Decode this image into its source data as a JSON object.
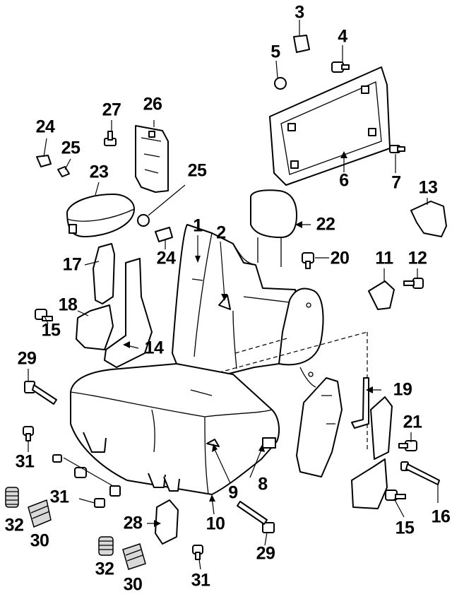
{
  "callouts": [
    {
      "id": "c1",
      "text": "1"
    },
    {
      "id": "c2",
      "text": "2"
    },
    {
      "id": "c3",
      "text": "3"
    },
    {
      "id": "c4",
      "text": "4"
    },
    {
      "id": "c5",
      "text": "5"
    },
    {
      "id": "c6",
      "text": "6"
    },
    {
      "id": "c7",
      "text": "7"
    },
    {
      "id": "c8",
      "text": "8"
    },
    {
      "id": "c9",
      "text": "9"
    },
    {
      "id": "c10",
      "text": "10"
    },
    {
      "id": "c11",
      "text": "11"
    },
    {
      "id": "c12",
      "text": "12"
    },
    {
      "id": "c13",
      "text": "13"
    },
    {
      "id": "c14",
      "text": "14"
    },
    {
      "id": "c15a",
      "text": "15"
    },
    {
      "id": "c15b",
      "text": "15"
    },
    {
      "id": "c16",
      "text": "16"
    },
    {
      "id": "c17",
      "text": "17"
    },
    {
      "id": "c18",
      "text": "18"
    },
    {
      "id": "c19",
      "text": "19"
    },
    {
      "id": "c20",
      "text": "20"
    },
    {
      "id": "c21",
      "text": "21"
    },
    {
      "id": "c22",
      "text": "22"
    },
    {
      "id": "c23",
      "text": "23"
    },
    {
      "id": "c24a",
      "text": "24"
    },
    {
      "id": "c24b",
      "text": "24"
    },
    {
      "id": "c25a",
      "text": "25"
    },
    {
      "id": "c25b",
      "text": "25"
    },
    {
      "id": "c26",
      "text": "26"
    },
    {
      "id": "c27",
      "text": "27"
    },
    {
      "id": "c28",
      "text": "28"
    },
    {
      "id": "c29a",
      "text": "29"
    },
    {
      "id": "c29b",
      "text": "29"
    },
    {
      "id": "c30a",
      "text": "30"
    },
    {
      "id": "c30b",
      "text": "30"
    },
    {
      "id": "c31a",
      "text": "31"
    },
    {
      "id": "c31b",
      "text": "31"
    },
    {
      "id": "c31c",
      "text": "31"
    },
    {
      "id": "c32a",
      "text": "32"
    },
    {
      "id": "c32b",
      "text": "32"
    }
  ]
}
